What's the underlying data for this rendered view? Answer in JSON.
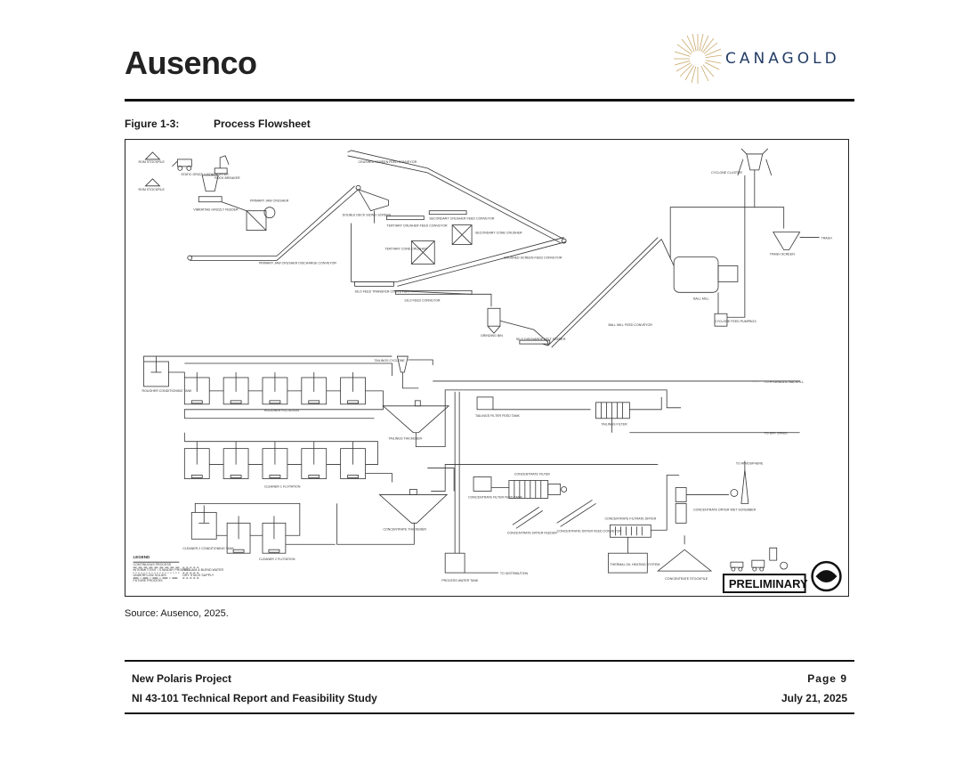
{
  "header": {
    "left_logo": "Ausenco",
    "right_logo": "CANAGOLD"
  },
  "figure": {
    "label": "Figure 1-3:",
    "title": "Process Flowsheet",
    "stamp": "PRELIMINARY",
    "labels": {
      "rom_stockpile_1": "ROM STOCKPILE",
      "rom_stockpile_2": "ROM STOCKPILE",
      "rock_breaker": "ROCK BREAKER",
      "rom_hopper": "STATIC GRIZZLY ROM HOPPER",
      "vibrating_feeder": "VIBRATING GRIZZLY FEEDER",
      "primary_jaw": "PRIMARY JAW CRUSHER",
      "discharge_conveyor": "PRIMARY JAW CRUSHER DISCHARGE CONVEYOR",
      "crushed_screen_feed": "CRUSHED SCREEN FEED CONVEYOR",
      "double_deck": "DOUBLE DECK SIZING SCREEN",
      "tertiary_feed": "TERTIARY CRUSHER FEED CONVEYOR",
      "secondary_feed": "SECONDARY CRUSHER FEED CONVEYOR",
      "tertiary_cone": "TERTIARY CONE CRUSHER",
      "secondary_cone": "SECONDARY CONE CRUSHER",
      "crushed_screen_feed_2": "CRUSHED SCREEN FEED CONVEYOR",
      "silo_transfer": "SILO FEED TRANSFER CONVEYOR",
      "silo_feed": "SILO FEED CONVEYOR",
      "grinding_bin": "GRINDING BIN",
      "silo_discharge": "SILO DISCHARGE BELT FEEDER",
      "ball_mill_feed": "BALL MILL FEED CONVEYOR",
      "cyclone_cluster": "CYCLONE CLUSTER",
      "ball_mill": "BALL MILL",
      "cyclone_feed": "CYCLONE FEED PUMPBOX",
      "trash_screen": "TRASH SCREEN",
      "trash": "TRASH",
      "tailings_cyclone": "TAILINGS CYCLONE",
      "rougher_cond": "ROUGHER CONDITIONING TANK",
      "rougher_flot": "ROUGHER FLOTATION",
      "hydraulic_backfill": "TO HYDRAULIC BACKFILL",
      "tailings_filter_feed": "TAILINGS FILTER FEED TANK",
      "tailings_filter": "TAILINGS FILTER",
      "dry_stack": "TO DRY STACK",
      "tailings_thickener": "TAILINGS THICKENER",
      "cleaner1": "CLEANER 1 FLOTATION",
      "conc_filter": "CONCENTRATE FILTER",
      "conc_filter_feed": "CONCENTRATE FILTER FEED TANK",
      "atmosphere": "TO ATMOSPHERE",
      "wet_scrubber": "CONCENTRATE DRYER WET SCRUBBER",
      "conc_thickener": "CONCENTRATE THICKENER",
      "dryer_feeder": "CONCENTRATE DRYER FEEDER",
      "dryer_conveyor": "CONCENTRATE DRYER FEED CONVEYOR",
      "filtrate_dryer": "CONCENTRATE FILTRATE DRYER",
      "thermal_oil": "THERMAL OIL HEATING SYSTEM",
      "cleaner2_cond": "CLEANER 2 CONDITIONING TANK",
      "cleaner2_flot": "CLEANER 2 FLOTATION",
      "process_water": "PROCESS WATER TANK",
      "to_distribution": "TO DISTRIBUTION",
      "conc_stockpile": "CONCENTRATE STOCKPILE",
      "legend": "LEGEND",
      "legend_1": "CONTINUOUS PROCESS",
      "legend_2": "INTERMITTENT / STANDBY PROCESS",
      "legend_3": "UNDERFLOW SOLIDS",
      "legend_4": "FUTURE PROCESS",
      "legend_txt_1": "RECLAIM & BLEND WATER",
      "legend_txt_2": "DRY STACK SUPPLY"
    }
  },
  "source": "Source: Ausenco, 2025.",
  "footer": {
    "project": "New Polaris Project",
    "report": "NI 43-101 Technical Report and Feasibility Study",
    "page": "Page 9",
    "date": "July 21, 2025"
  }
}
